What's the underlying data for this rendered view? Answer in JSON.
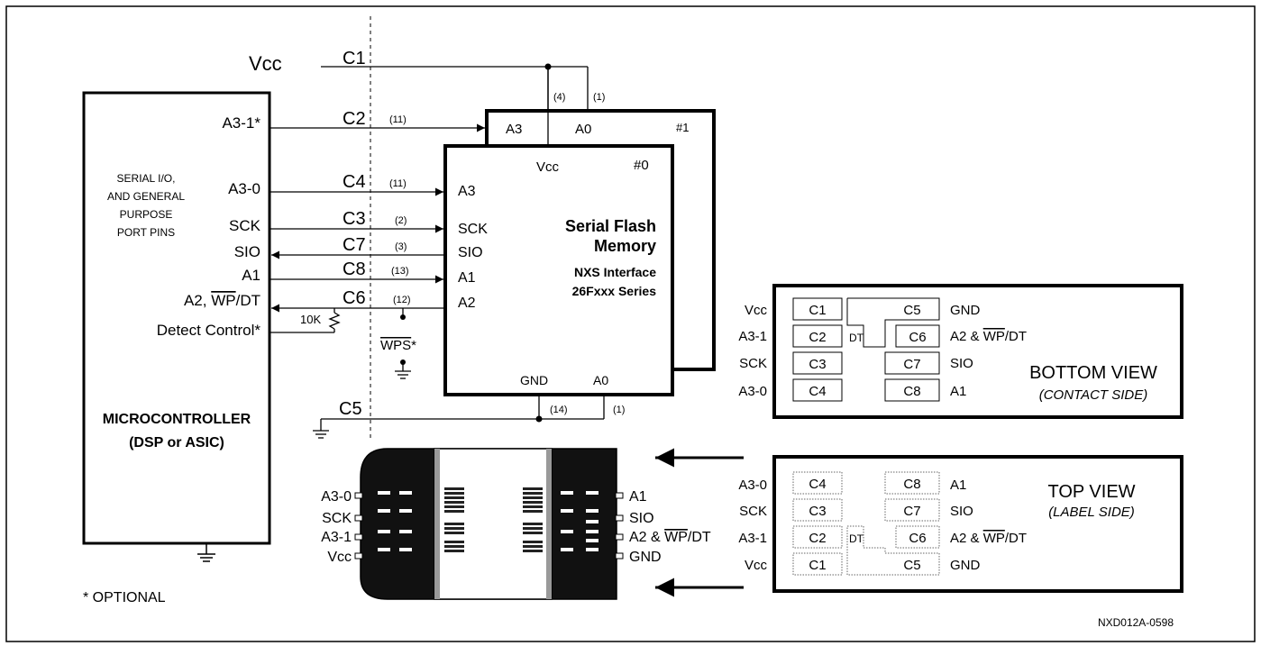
{
  "signals": {
    "vcc": "Vcc",
    "c1": "C1",
    "c2": "C2",
    "c3": "C3",
    "c4": "C4",
    "c5": "C5",
    "c6": "C6",
    "c7": "C7",
    "c8": "C8"
  },
  "notes": {
    "n1a": "(1)",
    "n1b": "(1)",
    "n4": "(4)",
    "n11a": "(11)",
    "n11b": "(11)",
    "n2": "(2)",
    "n3": "(3)",
    "n13": "(13)",
    "n12": "(12)",
    "n14": "(14)"
  },
  "mcu": {
    "a31": "A3-1*",
    "desc_lines": [
      "SERIAL I/O,",
      "AND GENERAL",
      "PURPOSE",
      "PORT PINS"
    ],
    "a30": "A3-0",
    "sck": "SCK",
    "sio": "SIO",
    "a1": "A1",
    "a2_prefix": "A2, ",
    "a2_over": "WP",
    "a2_suffix": "/DT",
    "detect": "Detect Control*",
    "title1": "MICROCONTROLLER",
    "title2": "(DSP or ASIC)",
    "resistor": "10K"
  },
  "wps": {
    "over": "WPS",
    "suffix": "*"
  },
  "chip1": {
    "a3": "A3",
    "a0": "A0",
    "num": "#1"
  },
  "chip0": {
    "vcc": "Vcc",
    "num": "#0",
    "a3": "A3",
    "sck": "SCK",
    "sio": "SIO",
    "a1": "A1",
    "a2": "A2",
    "title1": "Serial Flash",
    "title2": "Memory",
    "sub1": "NXS Interface",
    "sub2": "26Fxxx Series",
    "gnd": "GND",
    "a0": "A0"
  },
  "bottom_view": {
    "left": [
      "Vcc",
      "A3-1",
      "SCK",
      "A3-0"
    ],
    "left_cells": [
      "C1",
      "C2",
      "C3",
      "C4"
    ],
    "right_cells": [
      "C5",
      "C6",
      "C7",
      "C8"
    ],
    "right": [
      "GND",
      "SIO",
      "A1"
    ],
    "a2_prefix": "A2 & ",
    "a2_over": "WP",
    "a2_suffix": "/DT",
    "dt": "DT",
    "title": "BOTTOM VIEW",
    "subtitle": "(CONTACT SIDE)"
  },
  "top_view": {
    "left": [
      "A3-0",
      "SCK",
      "A3-1",
      "Vcc"
    ],
    "left_cells": [
      "C4",
      "C3",
      "C2",
      "C1"
    ],
    "right_cells": [
      "C8",
      "C7",
      "C6",
      "C5"
    ],
    "right": [
      "A1",
      "SIO",
      "GND"
    ],
    "a2_prefix": "A2 & ",
    "a2_over": "WP",
    "a2_suffix": "/DT",
    "dt": "DT",
    "title": "TOP VIEW",
    "subtitle": "(LABEL SIDE)"
  },
  "card": {
    "left": [
      "A3-0",
      "SCK",
      "A3-1",
      "Vcc"
    ],
    "right": [
      "A1",
      "SIO",
      "GND"
    ],
    "a2_prefix": "A2 & ",
    "a2_over": "WP",
    "a2_suffix": "/DT"
  },
  "footer": {
    "optional": "* OPTIONAL",
    "code": "NXD012A-0598"
  }
}
